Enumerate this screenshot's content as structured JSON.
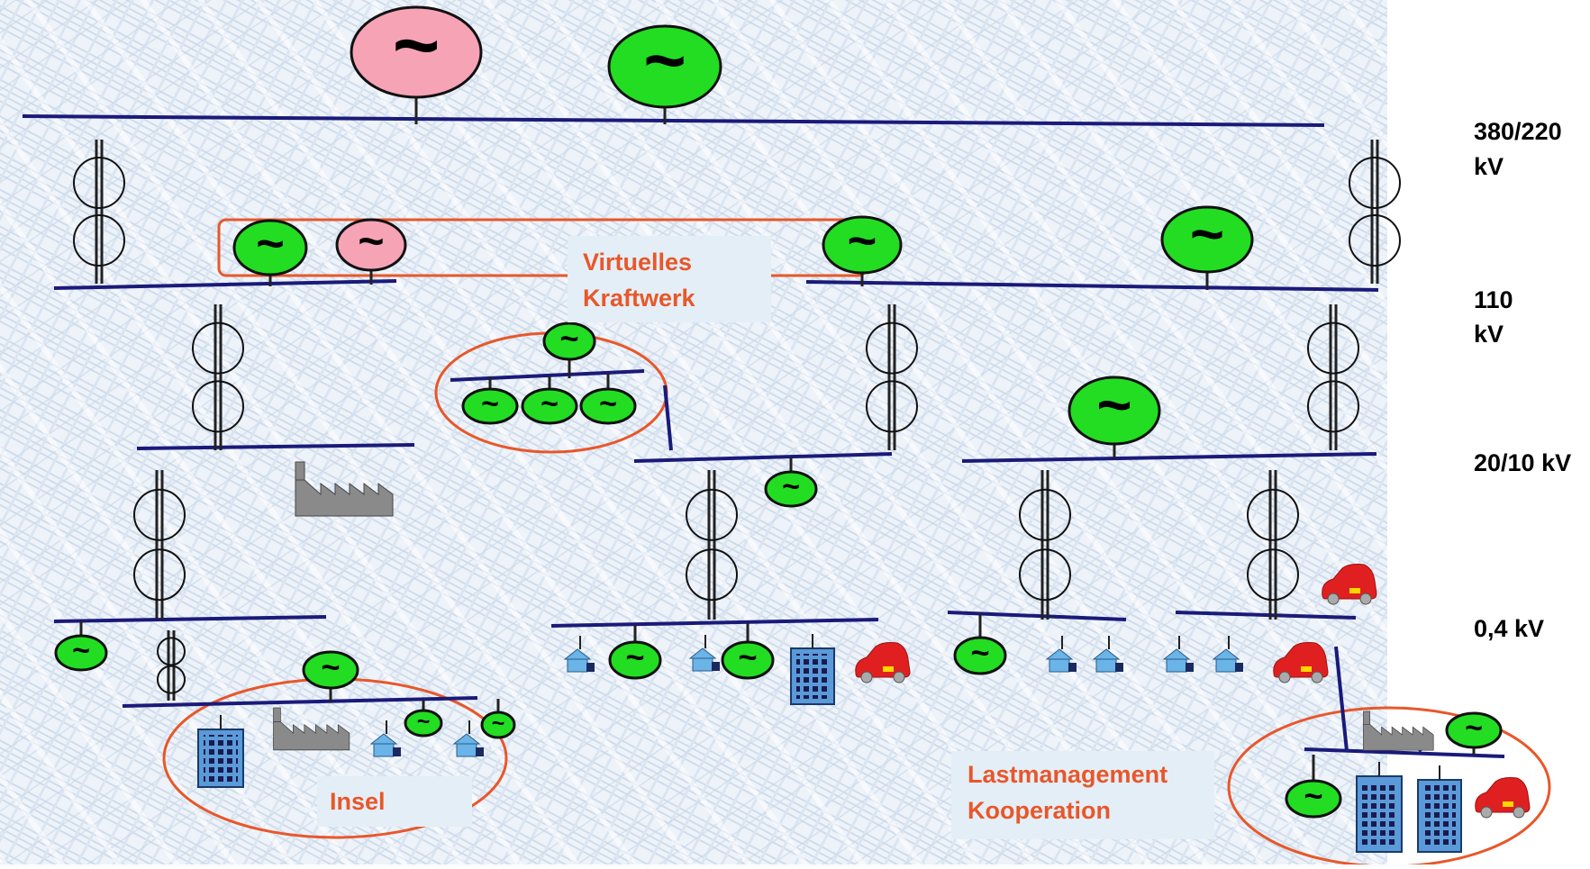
{
  "voltage_levels": {
    "l380": {
      "line1": "380/220",
      "line2": "kV"
    },
    "l110": {
      "line1": "110",
      "line2": "kV"
    },
    "l20": {
      "line1": "20/10 kV"
    },
    "l04": {
      "line1": "0,4 kV"
    }
  },
  "annotations": {
    "virtual_power_plant": {
      "line1": "Virtuelles",
      "line2": "Kraftwerk"
    },
    "island": {
      "line1": "Insel"
    },
    "load_management": {
      "line1": "Lastmanagement",
      "line2": "Kooperation"
    }
  },
  "generator_symbol": "~",
  "colors": {
    "busbar": "#1a1a7a",
    "generator_green": "#22dd22",
    "generator_pink": "#f5a3b5",
    "highlight_orange": "#e8572a",
    "label_orange": "#e8572a",
    "label_background": "#e4eef6",
    "house": "#6ab4e8",
    "building": "#5a9ad8",
    "factory": "#8a8a8a",
    "car": "#e02020",
    "background_map": "#d2dfee"
  }
}
